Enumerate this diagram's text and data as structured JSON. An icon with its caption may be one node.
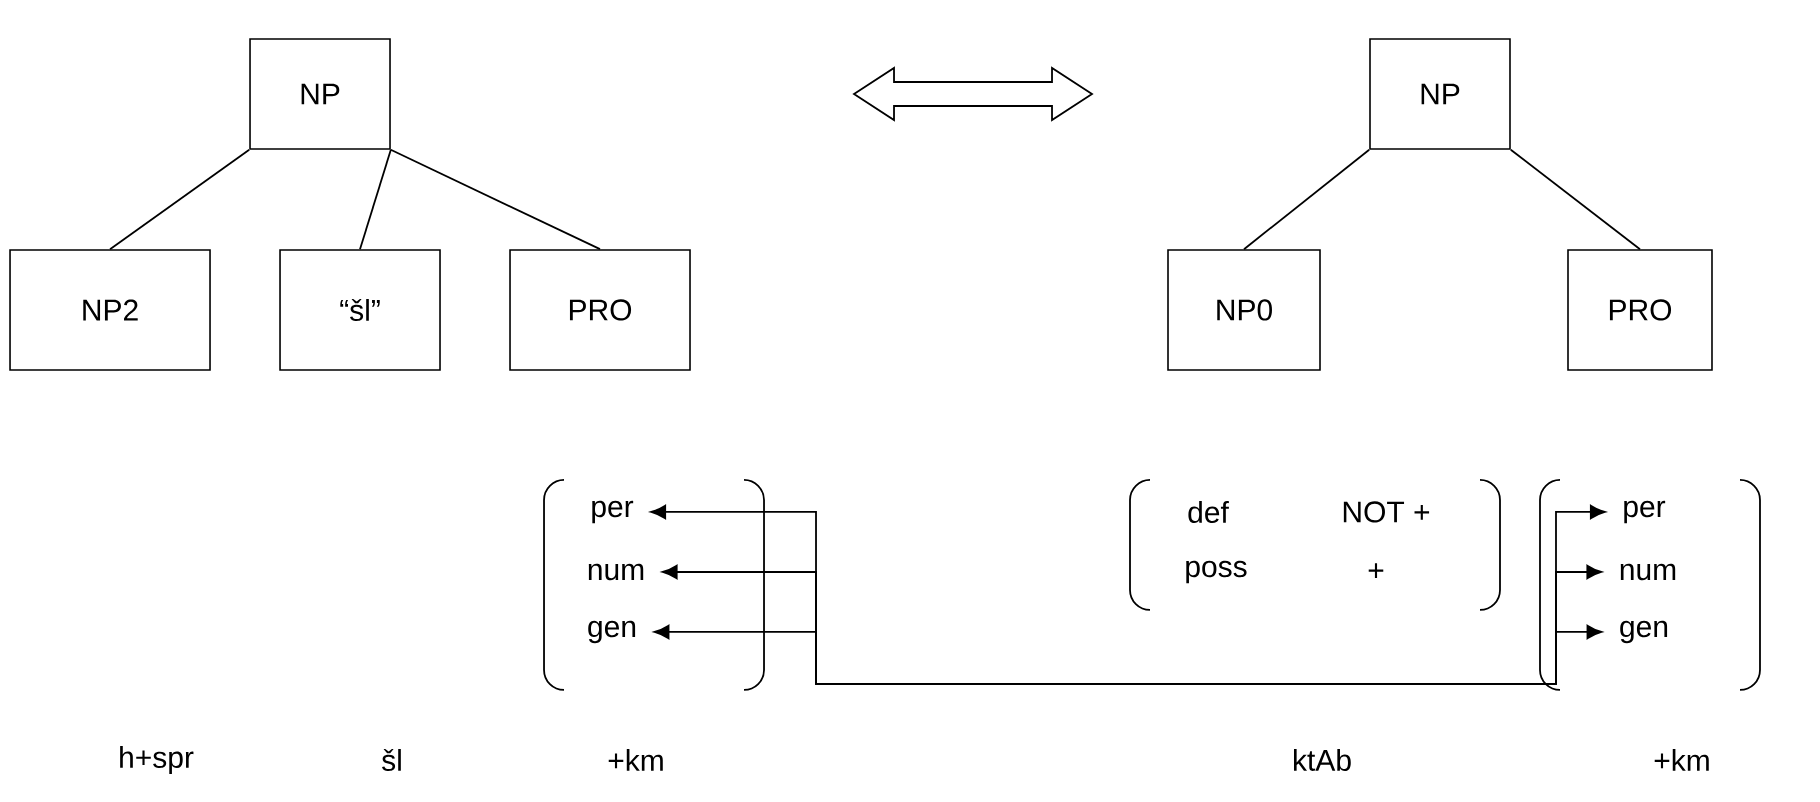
{
  "diagram": {
    "nodes": [
      {
        "text": [
          "NP"
        ]
      },
      {
        "text": [
          "NP2"
        ]
      },
      {
        "text": [
          "“šl”"
        ]
      },
      {
        "text": [
          "PRO"
        ]
      },
      {
        "text": [
          "NP"
        ]
      },
      {
        "text": [
          "NP0"
        ]
      },
      {
        "text": [
          "PRO"
        ]
      },
      {
        "text": [
          "per"
        ]
      },
      {
        "text": [
          "num"
        ]
      },
      {
        "text": [
          "gen"
        ]
      },
      {
        "text": [
          "per"
        ]
      },
      {
        "text": [
          "num"
        ]
      },
      {
        "text": [
          "gen"
        ]
      }
    ],
    "edges": [
      {
        "from": 0,
        "to": 1,
        "arrow": "none"
      },
      {
        "from": 0,
        "to": 2,
        "arrow": "none"
      },
      {
        "from": 0,
        "to": 3,
        "arrow": "none"
      },
      {
        "from": 4,
        "to": 5,
        "arrow": "none"
      },
      {
        "from": 4,
        "to": 6,
        "arrow": "none"
      },
      {
        "from": 7,
        "to": 10,
        "arrow": "both"
      },
      {
        "from": 8,
        "to": 11,
        "arrow": "both"
      },
      {
        "from": 9,
        "to": 12,
        "arrow": "both"
      }
    ],
    "labels": [
      "def",
      "NOT +",
      "poss",
      "+",
      "h+spr",
      "šl",
      "+km",
      "ktAb",
      "+km"
    ]
  }
}
